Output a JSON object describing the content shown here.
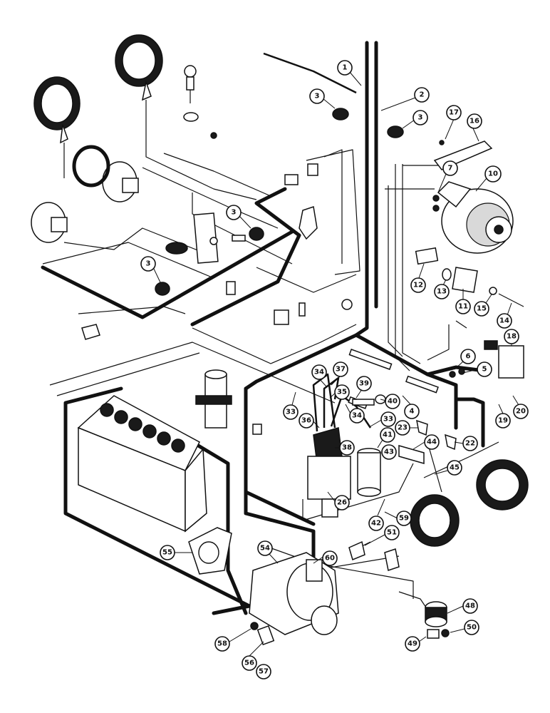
{
  "diagram": {
    "callouts": [
      {
        "id": "c1",
        "label": "1"
      },
      {
        "id": "c2",
        "label": "2"
      },
      {
        "id": "c3a",
        "label": "3"
      },
      {
        "id": "c3b",
        "label": "3"
      },
      {
        "id": "c3c",
        "label": "3"
      },
      {
        "id": "c3d",
        "label": "3"
      },
      {
        "id": "c4",
        "label": "4"
      },
      {
        "id": "c5",
        "label": "5"
      },
      {
        "id": "c6",
        "label": "6"
      },
      {
        "id": "c7",
        "label": "7"
      },
      {
        "id": "c10",
        "label": "10"
      },
      {
        "id": "c11",
        "label": "11"
      },
      {
        "id": "c12",
        "label": "12"
      },
      {
        "id": "c13",
        "label": "13"
      },
      {
        "id": "c14",
        "label": "14"
      },
      {
        "id": "c15",
        "label": "15"
      },
      {
        "id": "c16",
        "label": "16"
      },
      {
        "id": "c17",
        "label": "17"
      },
      {
        "id": "c18",
        "label": "18"
      },
      {
        "id": "c19",
        "label": "19"
      },
      {
        "id": "c20",
        "label": "20"
      },
      {
        "id": "c22",
        "label": "22"
      },
      {
        "id": "c23",
        "label": "23"
      },
      {
        "id": "c26",
        "label": "26"
      },
      {
        "id": "c33a",
        "label": "33"
      },
      {
        "id": "c33b",
        "label": "33"
      },
      {
        "id": "c34a",
        "label": "34"
      },
      {
        "id": "c34b",
        "label": "34"
      },
      {
        "id": "c35",
        "label": "35"
      },
      {
        "id": "c36",
        "label": "36"
      },
      {
        "id": "c37",
        "label": "37"
      },
      {
        "id": "c38",
        "label": "38"
      },
      {
        "id": "c39",
        "label": "39"
      },
      {
        "id": "c40",
        "label": "40"
      },
      {
        "id": "c41",
        "label": "41"
      },
      {
        "id": "c42",
        "label": "42"
      },
      {
        "id": "c43",
        "label": "43"
      },
      {
        "id": "c44",
        "label": "44"
      },
      {
        "id": "c45",
        "label": "45"
      },
      {
        "id": "c48",
        "label": "48"
      },
      {
        "id": "c49",
        "label": "49"
      },
      {
        "id": "c50",
        "label": "50"
      },
      {
        "id": "c51",
        "label": "51"
      },
      {
        "id": "c54",
        "label": "54"
      },
      {
        "id": "c55",
        "label": "55"
      },
      {
        "id": "c56",
        "label": "56"
      },
      {
        "id": "c57",
        "label": "57"
      },
      {
        "id": "c58",
        "label": "58"
      },
      {
        "id": "c59",
        "label": "59"
      },
      {
        "id": "c60",
        "label": "60"
      }
    ]
  }
}
